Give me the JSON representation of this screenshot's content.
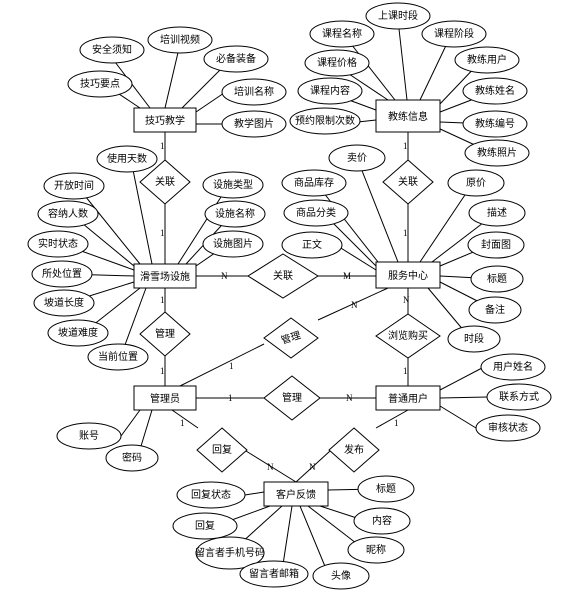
{
  "entities": {
    "jiqiao": "技巧教学",
    "jiaolian": "教练信息",
    "changdi": "滑雪场设施",
    "fuwu": "服务中心",
    "admin": "管理员",
    "user": "普通用户",
    "feedback": "客户反馈"
  },
  "relations": {
    "r_jq_cd": "关联",
    "r_jl_fw": "关联",
    "r_cd_fw": "关联",
    "r_cd_admin": "管理",
    "r_admin_fw": "管理",
    "r_user_fw": "浏览购买",
    "r_admin_user": "管理",
    "r_admin_fb": "回复",
    "r_user_fb": "发布"
  },
  "attributes": {
    "jiqiao": [
      "安全须知",
      "培训视频",
      "技巧要点",
      "必备装备",
      "培训名称",
      "教学图片"
    ],
    "jiaolian": [
      "上课时段",
      "课程名称",
      "课程阶段",
      "课程价格",
      "教练用户",
      "课程内容",
      "教练姓名",
      "预约限制次数",
      "教练编号",
      "教练照片"
    ],
    "changdi": [
      "使用天数",
      "开放时间",
      "设施类型",
      "容纳人数",
      "设施名称",
      "实时状态",
      "设施图片",
      "所处位置",
      "坡道长度",
      "坡道难度",
      "当前位置"
    ],
    "fuwu": [
      "卖价",
      "商品库存",
      "原价",
      "商品分类",
      "描述",
      "正文",
      "封面图",
      "标题",
      "备注",
      "时段"
    ],
    "user": [
      "用户姓名",
      "联系方式",
      "审核状态"
    ],
    "admin": [
      "账号",
      "密码"
    ],
    "feedback": [
      "回复状态",
      "标题",
      "回复",
      "内容",
      "留言者手机号码",
      "昵称",
      "留言者邮箱",
      "头像"
    ]
  },
  "cardinality": {
    "jq_top": "1",
    "jq_bottom": "1",
    "jl_top": "1",
    "jl_bottom": "1",
    "cd_fw_left": "N",
    "cd_fw_right": "M",
    "cd_admin_top": "1",
    "cd_admin_bottom": "1",
    "admin_fw_left": "1",
    "admin_fw_right": "N",
    "user_fw_top": "N",
    "user_fw_bottom": "1",
    "admin_user_left": "1",
    "admin_user_right": "N",
    "admin_fb_top": "1",
    "admin_fb_bottom": "N",
    "user_fb_top": "1",
    "user_fb_bottom": "N"
  }
}
